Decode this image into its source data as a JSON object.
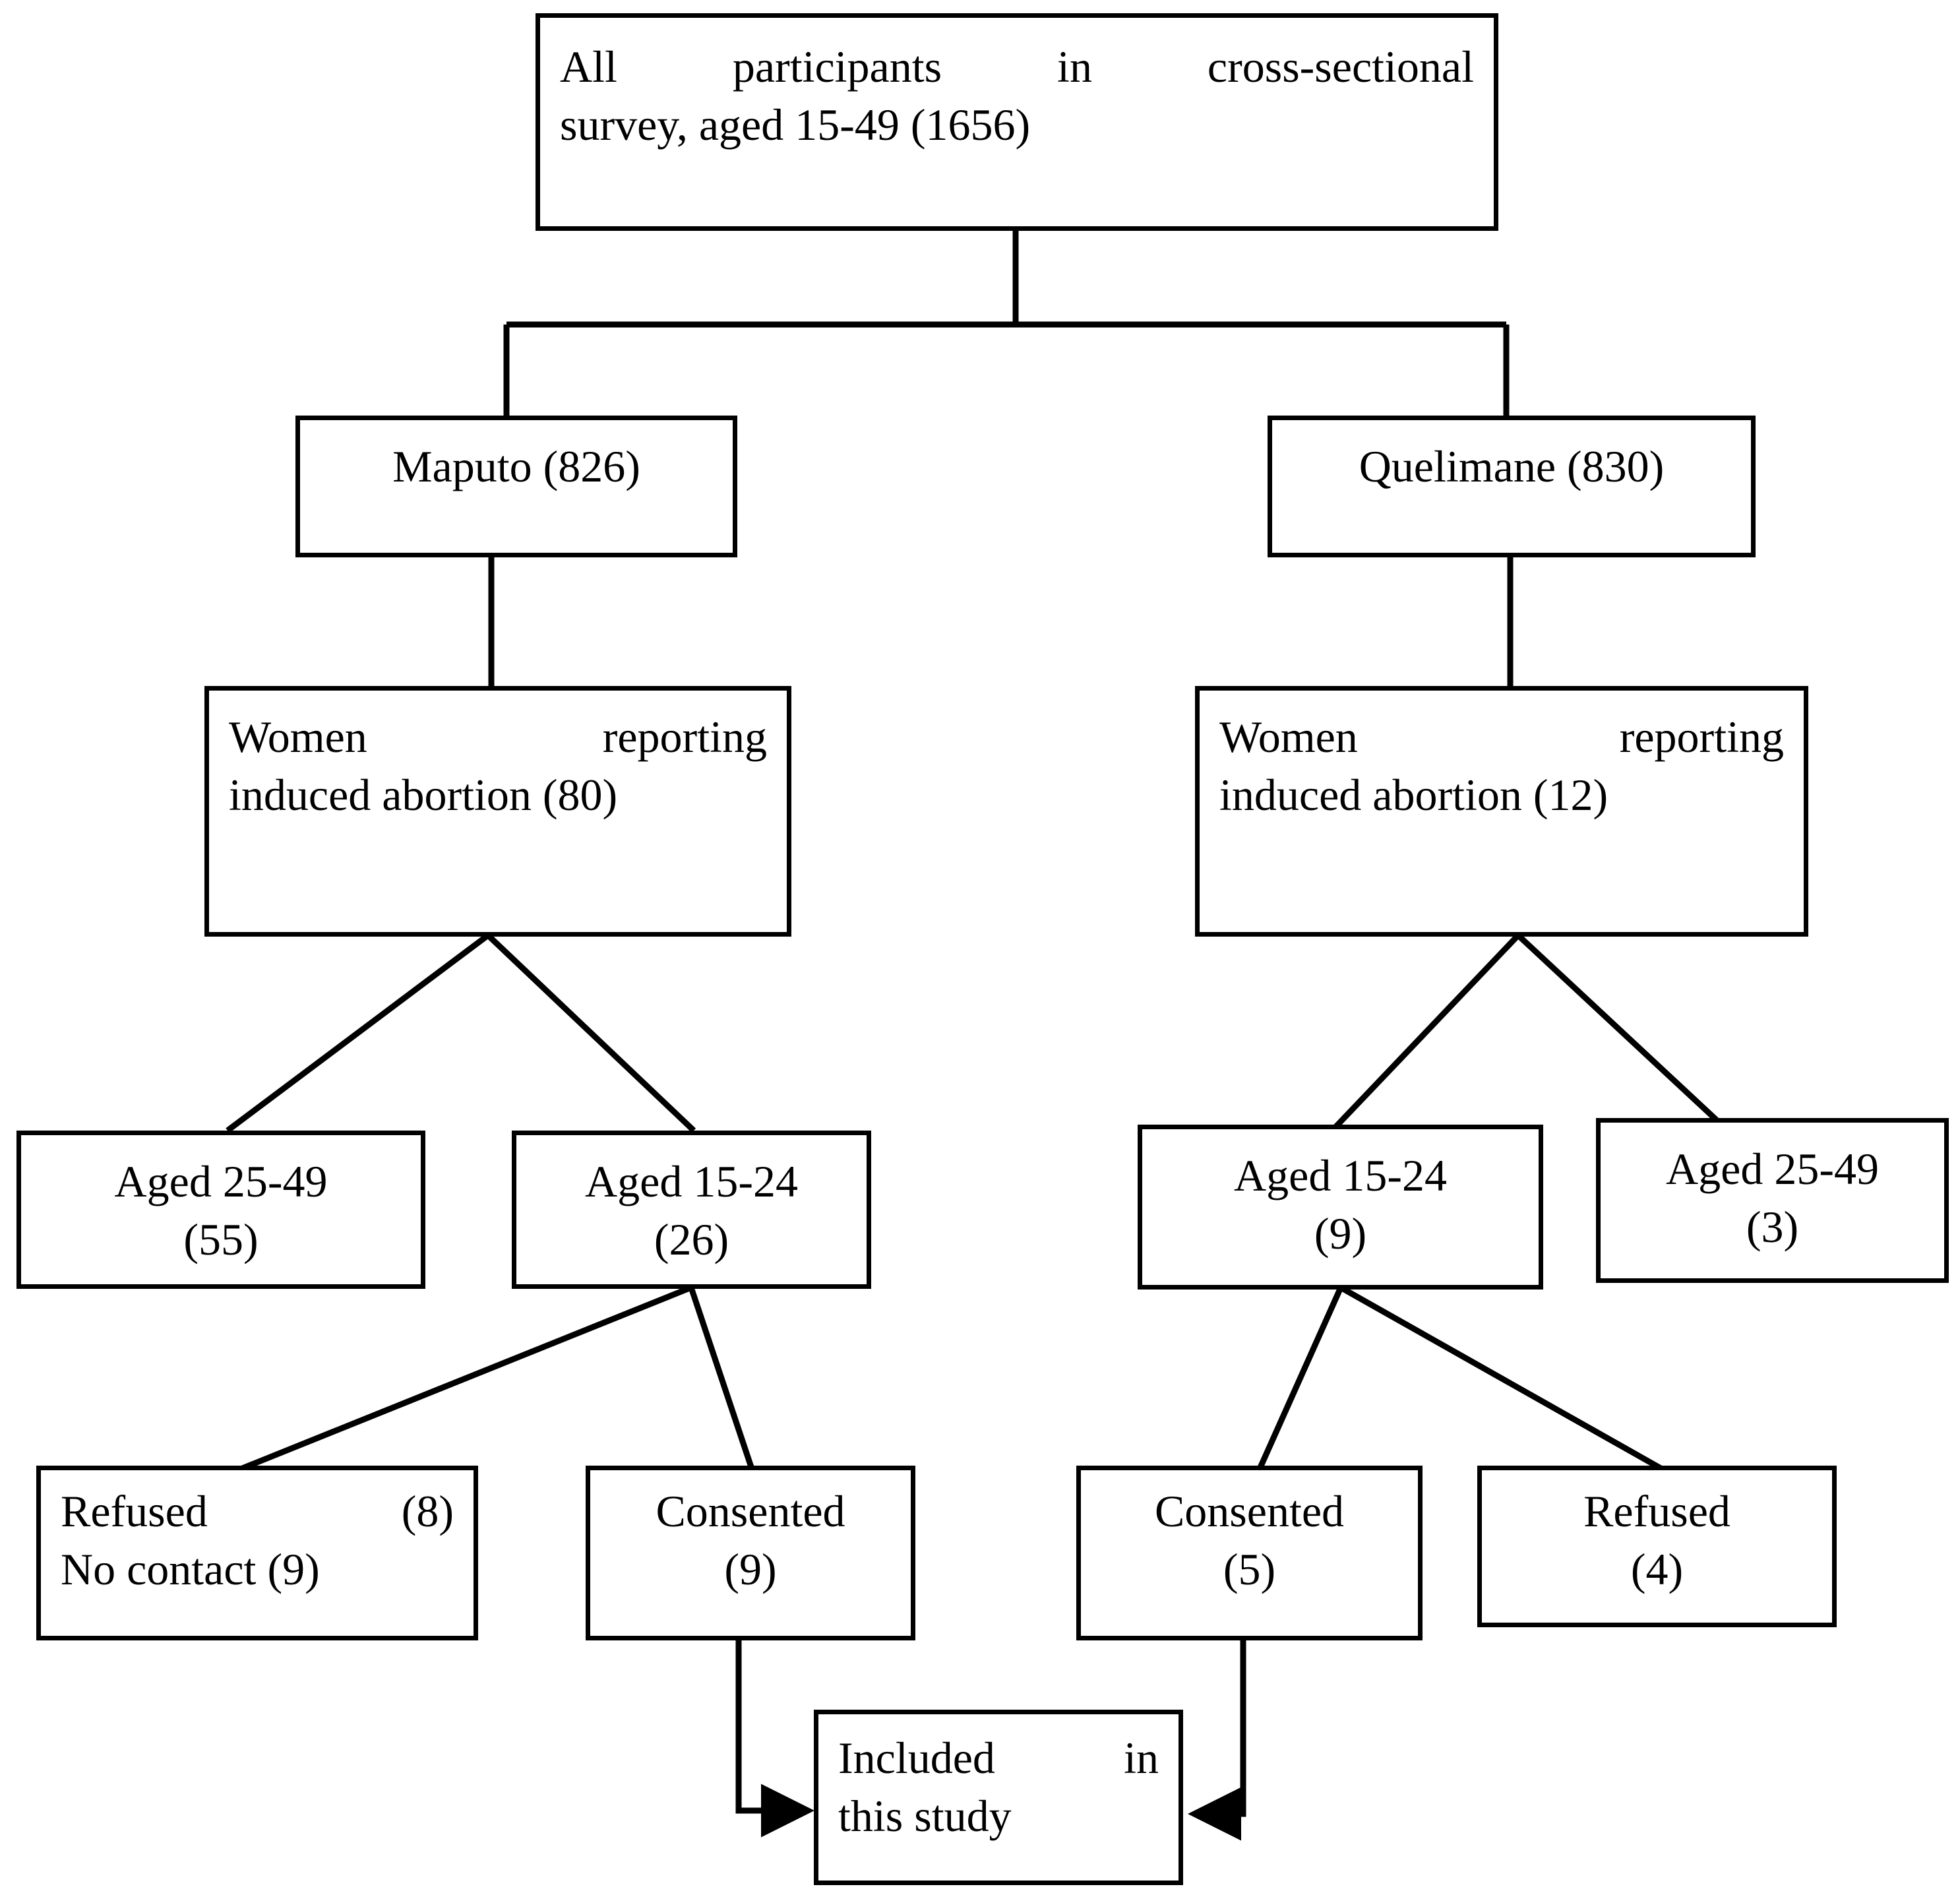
{
  "figure": {
    "title": "Participant flow diagram",
    "type": "flowchart",
    "background_color": "#ffffff",
    "line_color": "#000000",
    "text_color": "#000000"
  },
  "nodes": {
    "root": {
      "id": "all-participants",
      "line1": "All participants in cross-sectional",
      "line2": "survey, aged 15-49 (1656)",
      "count": 1656
    },
    "maputo": {
      "id": "maputo",
      "label": "Maputo (826)",
      "count": 826
    },
    "quelimane": {
      "id": "quelimane",
      "label": "Quelimane (830)",
      "count": 830
    },
    "maputo_abortion": {
      "id": "maputo-women-reporting-induced-abortion",
      "line1": "Women reporting",
      "line2": "induced abortion (80)",
      "count": 80
    },
    "quelimane_abortion": {
      "id": "quelimane-women-reporting-induced-abortion",
      "line1": "Women reporting",
      "line2": "induced abortion (12)",
      "count": 12
    },
    "maputo_aged_25_49": {
      "id": "maputo-aged-25-49",
      "line1": "Aged 25-49",
      "line2": "(55)",
      "count": 55
    },
    "maputo_aged_15_24": {
      "id": "maputo-aged-15-24",
      "line1": "Aged 15-24",
      "line2": "(26)",
      "count": 26
    },
    "quelimane_aged_15_24": {
      "id": "quelimane-aged-15-24",
      "line1": "Aged 15-24",
      "line2": "(9)",
      "count": 9
    },
    "quelimane_aged_25_49": {
      "id": "quelimane-aged-25-49",
      "line1": "Aged 25-49",
      "line2": "(3)",
      "count": 3
    },
    "maputo_refused": {
      "id": "maputo-refused-no-contact",
      "line1": "Refused (8)",
      "line2": "No contact (9)",
      "refused_count": 8,
      "no_contact_count": 9
    },
    "maputo_consented": {
      "id": "maputo-consented",
      "line1": "Consented",
      "line2": "(9)",
      "count": 9
    },
    "quelimane_consented": {
      "id": "quelimane-consented",
      "line1": "Consented",
      "line2": "(5)",
      "count": 5
    },
    "quelimane_refused": {
      "id": "quelimane-refused",
      "line1": "Refused",
      "line2": "(4)",
      "count": 4
    },
    "included": {
      "id": "included-in-this-study",
      "line1": "Included in",
      "line2": "this study"
    }
  },
  "edges": [
    {
      "from": "all-participants",
      "to": "maputo",
      "style": "elbow"
    },
    {
      "from": "all-participants",
      "to": "quelimane",
      "style": "elbow"
    },
    {
      "from": "maputo",
      "to": "maputo-women-reporting-induced-abortion",
      "style": "straight"
    },
    {
      "from": "quelimane",
      "to": "quelimane-women-reporting-induced-abortion",
      "style": "straight"
    },
    {
      "from": "maputo-women-reporting-induced-abortion",
      "to": "maputo-aged-25-49",
      "style": "diagonal"
    },
    {
      "from": "maputo-women-reporting-induced-abortion",
      "to": "maputo-aged-15-24",
      "style": "diagonal"
    },
    {
      "from": "quelimane-women-reporting-induced-abortion",
      "to": "quelimane-aged-15-24",
      "style": "diagonal"
    },
    {
      "from": "quelimane-women-reporting-induced-abortion",
      "to": "quelimane-aged-25-49",
      "style": "diagonal"
    },
    {
      "from": "maputo-aged-15-24",
      "to": "maputo-refused-no-contact",
      "style": "diagonal"
    },
    {
      "from": "maputo-aged-15-24",
      "to": "maputo-consented",
      "style": "diagonal"
    },
    {
      "from": "quelimane-aged-15-24",
      "to": "quelimane-consented",
      "style": "diagonal"
    },
    {
      "from": "quelimane-aged-15-24",
      "to": "quelimane-refused",
      "style": "diagonal"
    },
    {
      "from": "maputo-consented",
      "to": "included-in-this-study",
      "style": "elbow-arrow"
    },
    {
      "from": "quelimane-consented",
      "to": "included-in-this-study",
      "style": "elbow-arrow"
    }
  ]
}
